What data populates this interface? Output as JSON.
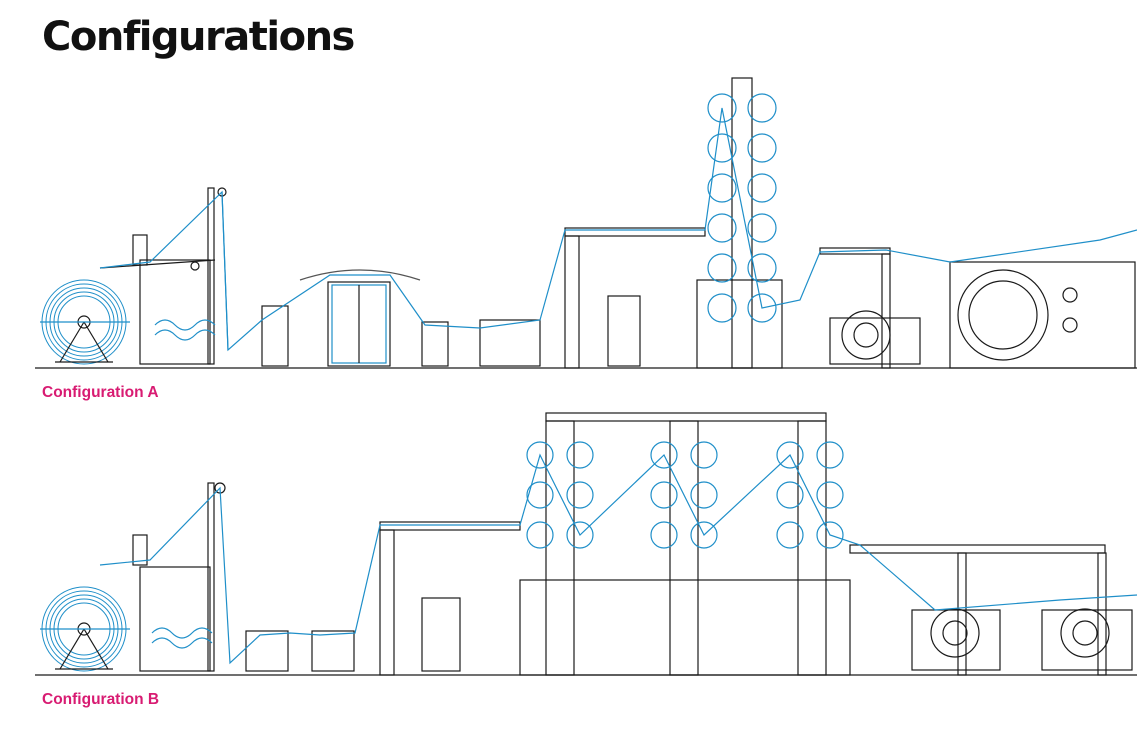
{
  "title": "Configurations",
  "colors": {
    "accent": "#d81b72",
    "line_blue": "#1f8fc9",
    "line_dark": "#1a1a1a"
  },
  "configurations": [
    {
      "label": "Configuration A"
    },
    {
      "label": "Configuration B"
    }
  ]
}
